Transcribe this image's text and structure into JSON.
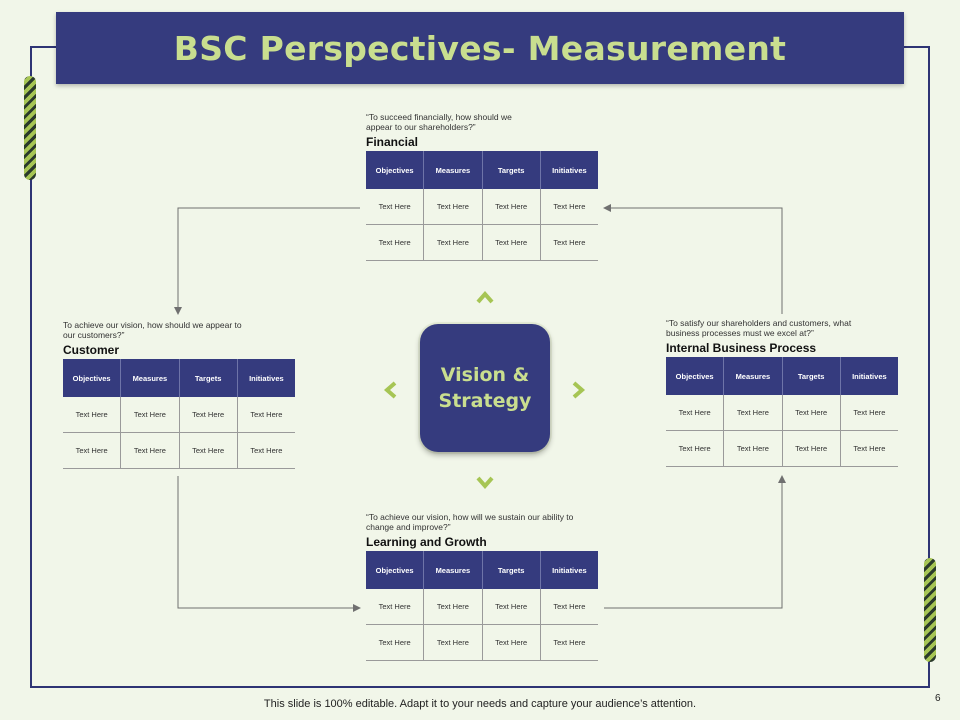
{
  "title": "BSC Perspectives- Measurement",
  "columns": [
    "Objectives",
    "Measures",
    "Targets",
    "Initiatives"
  ],
  "cell_text": "Text Here",
  "center": {
    "label": "Vision &\nStrategy"
  },
  "perspectives": {
    "financial": {
      "question": "“To succeed financially, how should we appear to our shareholders?”",
      "title": "Financial"
    },
    "customer": {
      "question": "To achieve our vision, how should we appear to our customers?”",
      "title": "Customer"
    },
    "internal": {
      "question": "“To satisfy our shareholders and customers, what business processes must we excel at?”",
      "title": "Internal Business Process"
    },
    "learning": {
      "question": "“To achieve our vision, how will we sustain our ability to change and improve?”",
      "title": "Learning and Growth"
    }
  },
  "footer": "This slide is 100% editable. Adapt it to your needs and capture your audience’s attention.",
  "page_number": "6",
  "colors": {
    "navy": "#353b7e",
    "accent": "#c9de8f",
    "chevron": "#a6c554",
    "background": "#f1f6e9"
  }
}
